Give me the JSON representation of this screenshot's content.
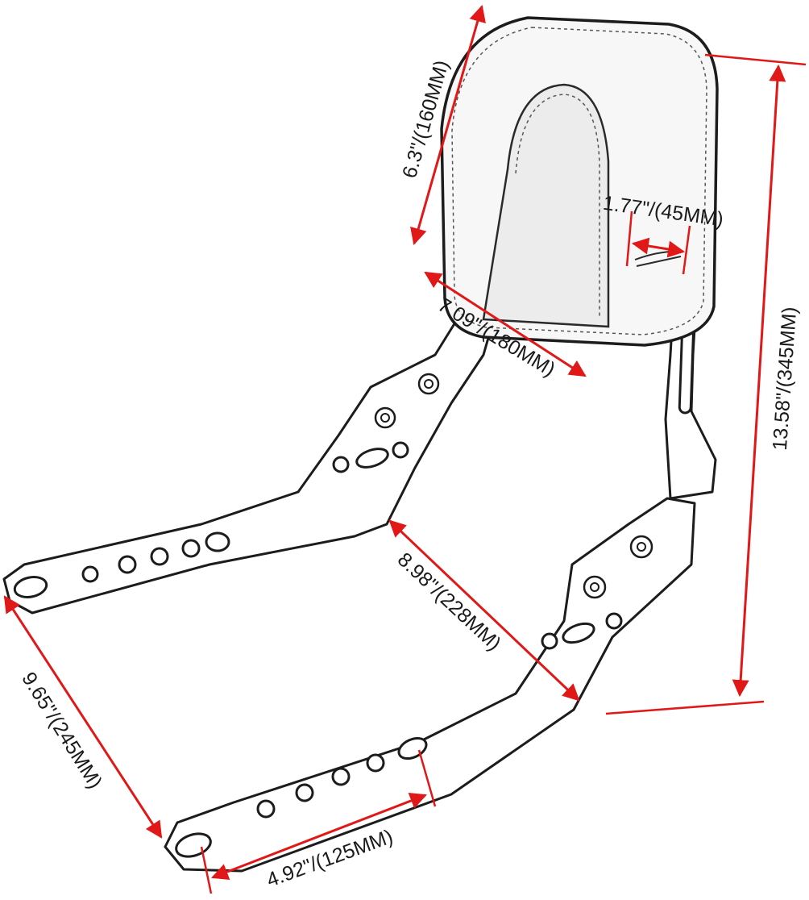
{
  "dimensions": {
    "pad_height": "6.3\"/(160MM)",
    "pad_thickness": "1.77\"/(45MM)",
    "total_height": "13.58\"/(345MM)",
    "top_width": "7.09\"/(180MM)",
    "arm_diagonal": "8.98\"/(228MM)",
    "base_depth": "9.65\"/(245MM)",
    "hole_spacing": "4.92\"/(125MM)"
  },
  "colors": {
    "dimension_line": "#e01818",
    "outline": "#1c1c1c",
    "text": "#1a1a1a"
  },
  "icons": [
    "arrow-head-icon",
    "bolt-icon"
  ]
}
